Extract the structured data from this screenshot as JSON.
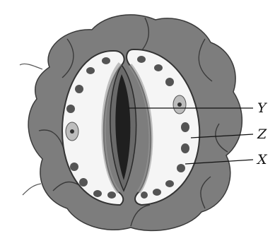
{
  "labels": {
    "y": "Y",
    "z": "Z",
    "x": "X"
  },
  "colors": {
    "epidermal_cells": "#7a7a7a",
    "cell_outline": "#3a3a3a",
    "guard_cell": "#f7f7f7",
    "chloroplast": "#555555",
    "pore": "#2a2a2a",
    "inner_wall": "#9a9a9a"
  }
}
